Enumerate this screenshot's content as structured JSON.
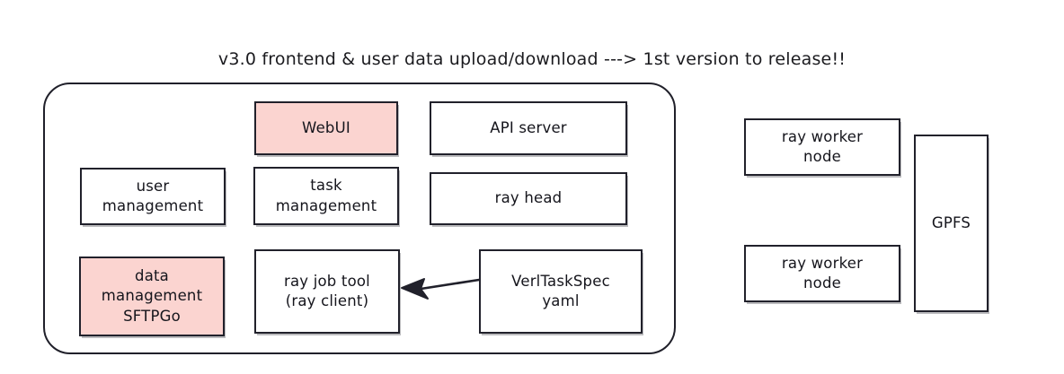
{
  "diagram": {
    "title": "v3.0 frontend & user data upload/download ---> 1st version to release!!",
    "colors": {
      "stroke": "#21212b",
      "highlight_fill": "#fbd4d0",
      "default_fill": "#ffffff",
      "text": "#15151c"
    },
    "group": {
      "name": "platform-group",
      "label": ""
    },
    "nodes": [
      {
        "id": "webui",
        "label": "WebUI",
        "fill": "highlight"
      },
      {
        "id": "api",
        "label": "API server",
        "fill": "default"
      },
      {
        "id": "usermgmt",
        "label": "user\nmanagement",
        "fill": "default"
      },
      {
        "id": "taskmgmt",
        "label": "task\nmanagement",
        "fill": "default"
      },
      {
        "id": "rayhead",
        "label": "ray head",
        "fill": "default"
      },
      {
        "id": "datamgmt",
        "label": "data\nmanagement\nSFTPGo",
        "fill": "highlight"
      },
      {
        "id": "rayjobtool",
        "label": "ray job tool\n(ray client)",
        "fill": "default"
      },
      {
        "id": "verlspec",
        "label": "VerlTaskSpec\nyaml",
        "fill": "default"
      },
      {
        "id": "worker1",
        "label": "ray worker\nnode",
        "fill": "default"
      },
      {
        "id": "worker2",
        "label": "ray worker\nnode",
        "fill": "default"
      },
      {
        "id": "gpfs",
        "label": "GPFS",
        "fill": "default"
      }
    ],
    "edges": [
      {
        "id": "verlspec-to-rayjobtool",
        "from": "verlspec",
        "to": "rayjobtool",
        "label": "",
        "arrowhead": "to"
      }
    ]
  }
}
